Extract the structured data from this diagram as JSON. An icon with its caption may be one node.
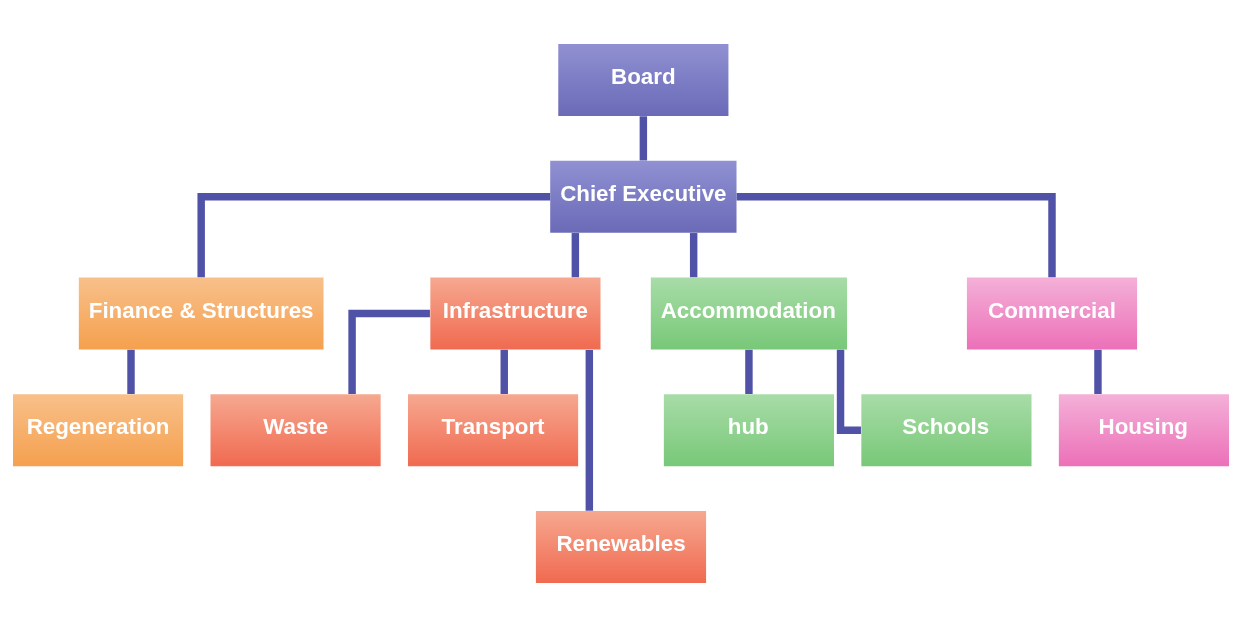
{
  "diagram": {
    "nodes": [
      {
        "text": [
          "Board"
        ]
      },
      {
        "text": [
          "Chief Executive"
        ]
      },
      {
        "text": [
          "Finance & Structures"
        ]
      },
      {
        "text": [
          "Infrastructure"
        ]
      },
      {
        "text": [
          "Accommodation"
        ]
      },
      {
        "text": [
          "Commercial"
        ]
      },
      {
        "text": [
          "Regeneration"
        ]
      },
      {
        "text": [
          "Waste"
        ]
      },
      {
        "text": [
          "Transport"
        ]
      },
      {
        "text": [
          "Renewables"
        ]
      },
      {
        "text": [
          "hub"
        ]
      },
      {
        "text": [
          "Schools"
        ]
      },
      {
        "text": [
          "Housing"
        ]
      }
    ],
    "edges": [
      {
        "from": 0,
        "to": 1,
        "arrow": "none"
      },
      {
        "from": 1,
        "to": 2,
        "arrow": "none"
      },
      {
        "from": 1,
        "to": 3,
        "arrow": "none"
      },
      {
        "from": 1,
        "to": 4,
        "arrow": "none"
      },
      {
        "from": 1,
        "to": 5,
        "arrow": "none"
      },
      {
        "from": 2,
        "to": 6,
        "arrow": "none"
      },
      {
        "from": 3,
        "to": 7,
        "arrow": "none"
      },
      {
        "from": 3,
        "to": 8,
        "arrow": "none"
      },
      {
        "from": 3,
        "to": 9,
        "arrow": "none"
      },
      {
        "from": 4,
        "to": 10,
        "arrow": "none"
      },
      {
        "from": 4,
        "to": 11,
        "arrow": "none"
      },
      {
        "from": 5,
        "to": 12,
        "arrow": "none"
      }
    ]
  }
}
